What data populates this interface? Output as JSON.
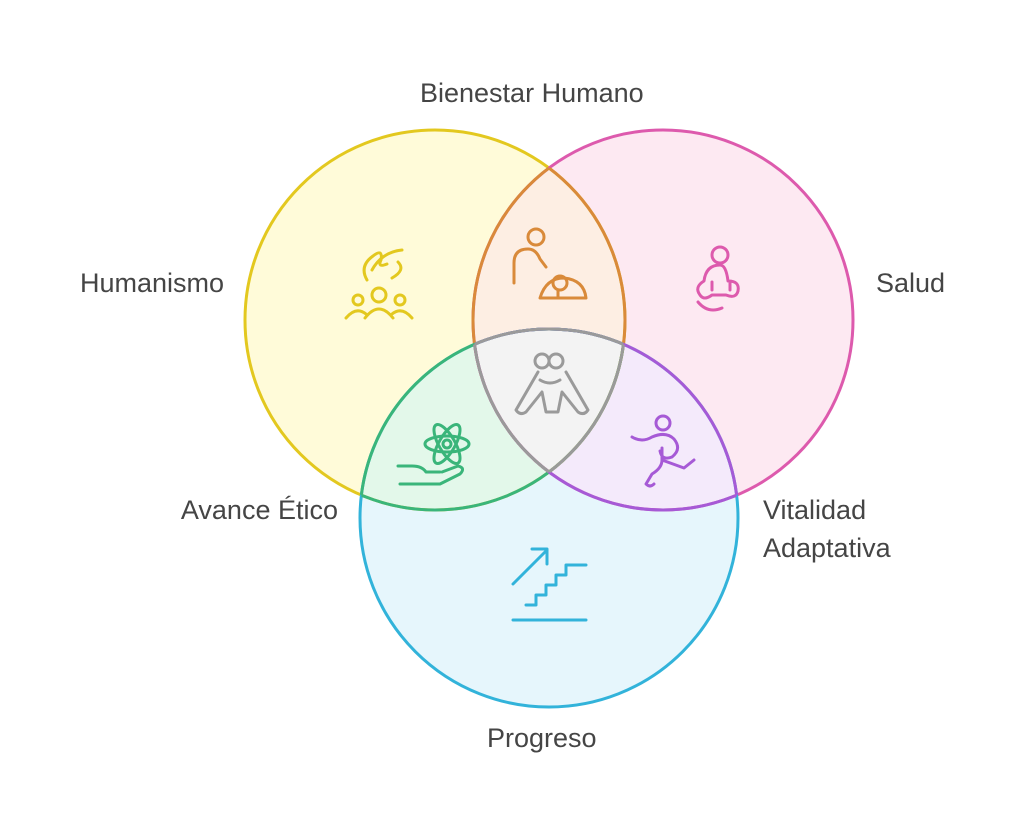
{
  "title": "Bienestar Humano",
  "sets": [
    {
      "id": "humanismo",
      "label": "Humanismo",
      "icon": "community-care-icon",
      "color": "#e3c81f",
      "fill": "#fffbd9"
    },
    {
      "id": "salud",
      "label": "Salud",
      "icon": "meditation-icon",
      "color": "#dd5aad",
      "fill": "#fde9f2"
    },
    {
      "id": "progreso",
      "label": "Progreso",
      "icon": "stairs-growth-icon",
      "color": "#32b3da",
      "fill": "#e6f6fc"
    }
  ],
  "intersections": [
    {
      "sets": [
        "humanismo",
        "salud"
      ],
      "label": "Bienestar Humano",
      "icon": "caregiver-icon",
      "color": "#d98a3a",
      "fill": "#fdeee3"
    },
    {
      "sets": [
        "humanismo",
        "progreso"
      ],
      "label": "Avance Ético",
      "icon": "atom-hand-icon",
      "color": "#3ab57a",
      "fill": "#e3f8ea"
    },
    {
      "sets": [
        "salud",
        "progreso"
      ],
      "label_line1": "Vitalidad",
      "label_line2": "Adaptativa",
      "icon": "running-person-icon",
      "color": "#a65ad6",
      "fill": "#f4eafb"
    },
    {
      "sets": [
        "humanismo",
        "salud",
        "progreso"
      ],
      "icon": "embrace-icon",
      "color": "#9a9a9a",
      "fill": "#f3f3f3"
    }
  ]
}
